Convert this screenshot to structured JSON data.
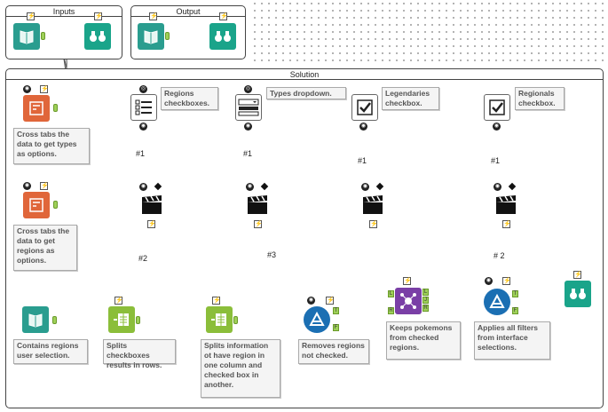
{
  "containers": {
    "inputs": "Inputs",
    "output": "Output",
    "solution": "Solution"
  },
  "comments": {
    "regions_checkboxes": "Regions checkboxes.",
    "types_dropdown": "Types dropdown.",
    "legendaries_checkbox": "Legendaries checkbox.",
    "regionals_checkbox": "Regionals checkbox.",
    "crosstab_types": "Cross tabs the data to get types as options.",
    "crosstab_regions": "Cross tabs the data to get regions as options.",
    "contains_regions": "Contains regions user selection.",
    "splits_checkboxes": "Splits checkboxes results in rows.",
    "splits_information": "Splits information ot have region in one column and checked box in another.",
    "removes_regions": "Removes regions not checked.",
    "keeps_pokemons": "Keeps pokemons from checked regions.",
    "applies_filters": "Applies all filters from interface selections."
  },
  "labels": {
    "q1a": "#1",
    "q1b": "#1",
    "q1c": "#1",
    "q1d": "#1",
    "q2a": "#2",
    "q3": "#3",
    "q2b": "# 2"
  },
  "anchors": {
    "t": "T",
    "f": "F",
    "l": "L",
    "j": "J",
    "r": "R"
  },
  "colors": {
    "browse": "#1aa48a",
    "input": "#2a9d8f",
    "crosstab": "#e0663a",
    "text_to_columns": "#8bbe3a",
    "filter": "#1b6fb3",
    "join": "#7a3fa6",
    "anchor": "#9ed058"
  }
}
